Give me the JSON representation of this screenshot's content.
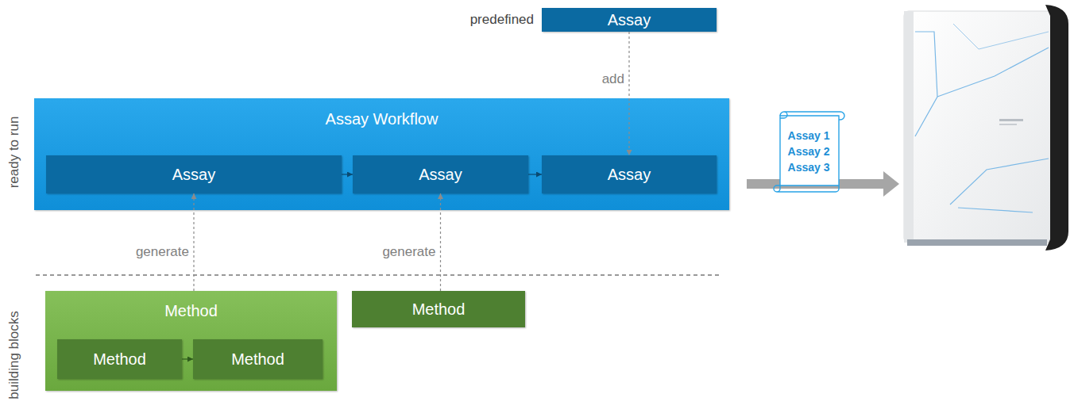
{
  "diagram": {
    "nodes": [
      {
        "text": [
          "Assay"
        ]
      },
      {
        "text": [
          "Assay Workflow"
        ]
      },
      {
        "text": [
          "Assay"
        ],
        "in": 1
      },
      {
        "text": [
          "Assay"
        ],
        "in": 1
      },
      {
        "text": [
          "Assay"
        ],
        "in": 1
      },
      {
        "text": [
          "Method"
        ]
      },
      {
        "text": [
          "Method"
        ],
        "in": 5
      },
      {
        "text": [
          "Method"
        ],
        "in": 5
      },
      {
        "text": [
          "Method"
        ]
      },
      {
        "text": [
          "Assay 1",
          "Assay 2",
          "Assay 3"
        ]
      }
    ],
    "edges": [
      {
        "from": 0,
        "to": 4,
        "label": "add",
        "arrow": "to"
      },
      {
        "from": 2,
        "to": 3,
        "arrow": "to"
      },
      {
        "from": 3,
        "to": 4,
        "arrow": "to"
      },
      {
        "from": 5,
        "to": 2,
        "label": "generate",
        "arrow": "to"
      },
      {
        "from": 8,
        "to": 3,
        "label": "generate",
        "arrow": "to"
      },
      {
        "from": 6,
        "to": 7,
        "arrow": "to"
      }
    ],
    "labels": [
      "predefined",
      "ready to run",
      "building blocks"
    ]
  }
}
